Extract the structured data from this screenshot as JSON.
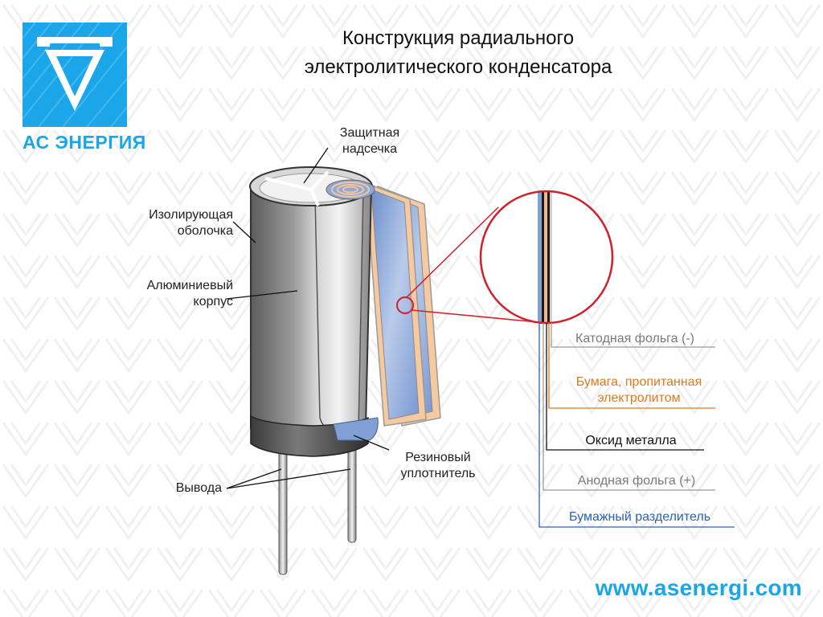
{
  "logo": {
    "text": "АС ЭНЕРГИЯ",
    "brand_color": "#1aa6e8"
  },
  "title": {
    "line1": "Конструкция радиального",
    "line2": "электролитического конденсатора"
  },
  "callouts": {
    "vent": {
      "line1": "Защитная",
      "line2": "надсечка"
    },
    "sleeve": {
      "line1": "Изолирующая",
      "line2": "оболочка"
    },
    "case": {
      "line1": "Алюминиевый",
      "line2": "корпус"
    },
    "seal": {
      "line1": "Резиновый",
      "line2": "уплотнитель"
    },
    "leads": {
      "line1": "Вывода"
    }
  },
  "layers": [
    {
      "line1": "Катодная фольга (-)",
      "line2": "",
      "color": "#7a7a7a"
    },
    {
      "line1": "Бумага, пропитанная",
      "line2": "электролитом",
      "color": "#e07a1c"
    },
    {
      "line1": "Оксид металла",
      "line2": "",
      "color": "#111111"
    },
    {
      "line1": "Анодная фольга (+)",
      "line2": "",
      "color": "#7a7a7a"
    },
    {
      "line1": "Бумажный разделитель",
      "line2": "",
      "color": "#2a63b8"
    }
  ],
  "footer": {
    "url": "www.asenergi.com"
  },
  "colors": {
    "magnifier": "#d0202a",
    "paper": "#f1b98a",
    "foil_blue": "#7f9fd6",
    "aluminum": "#bdbdbd",
    "sleeve": "#6f6f6f"
  }
}
